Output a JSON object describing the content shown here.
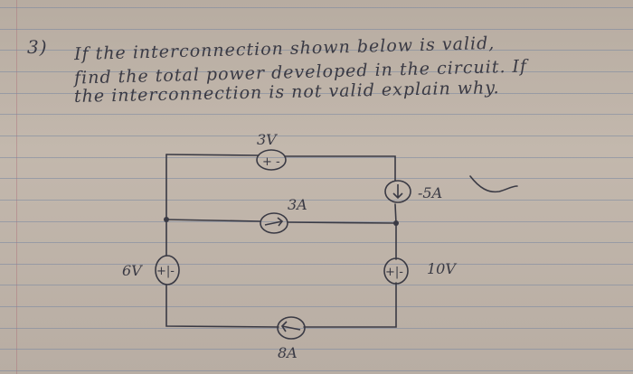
{
  "question": {
    "number": "3)",
    "line1": "If the interconnection shown below is valid,",
    "line2": "find the total power developed in the circuit. If",
    "line3": "the interconnection is not valid explain why."
  },
  "circuit": {
    "top_voltage_source_label": "3V",
    "top_voltage_source_polarity": "+ -",
    "right_current_source_label": "-5A",
    "middle_current_source_label": "3A",
    "left_voltage_source_label": "6V",
    "left_voltage_source_polarity": "+|-",
    "right_voltage_source_label": "10V",
    "right_voltage_source_polarity": "+|-",
    "bottom_current_source_label": "8A",
    "ink_color": "#3a3a44"
  }
}
